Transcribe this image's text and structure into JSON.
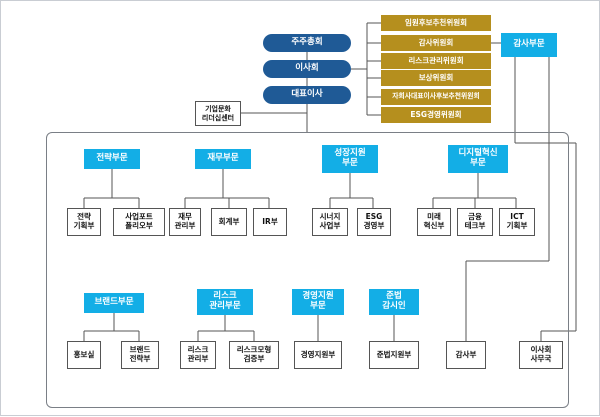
{
  "top": {
    "shareholders": "주주총회",
    "board": "이사회",
    "ceo": "대표이사",
    "culture_center": "기업문화\n리더십센터",
    "audit_division": "감사부문"
  },
  "committees": [
    "임원후보추천위원회",
    "감사위원회",
    "리스크관리위원회",
    "보상위원회",
    "자회사대표이사후보추천위원회",
    "ESG경영위원회"
  ],
  "divisions": {
    "strategy": "전략부문",
    "finance": "재무부문",
    "growth": "성장지원\n부문",
    "digital": "디지털혁신\n부문",
    "brand": "브랜드부문",
    "risk": "리스크\n관리부문",
    "management": "경영지원\n부문",
    "compliance": "준법\n감시인"
  },
  "departments": {
    "strategy_planning": "전략\n기획부",
    "business_portfolio": "사업포트\n폴리오부",
    "finance_mgmt": "재무\n관리부",
    "accounting": "회계부",
    "ir": "IR부",
    "synergy": "시너지\n사업부",
    "esg_mgmt": "ESG\n경영부",
    "future_innovation": "미래\n혁신부",
    "fintech": "금융\n테크부",
    "ict": "ICT\n기획부",
    "pr": "홍보실",
    "brand_strategy": "브랜드\n전략부",
    "risk_mgmt": "리스크\n관리부",
    "risk_model": "리스크모형\n검증부",
    "mgmt_support": "경영지원부",
    "compliance_support": "준법지원부",
    "audit": "감사부",
    "board_office": "이사회\n사무국"
  }
}
